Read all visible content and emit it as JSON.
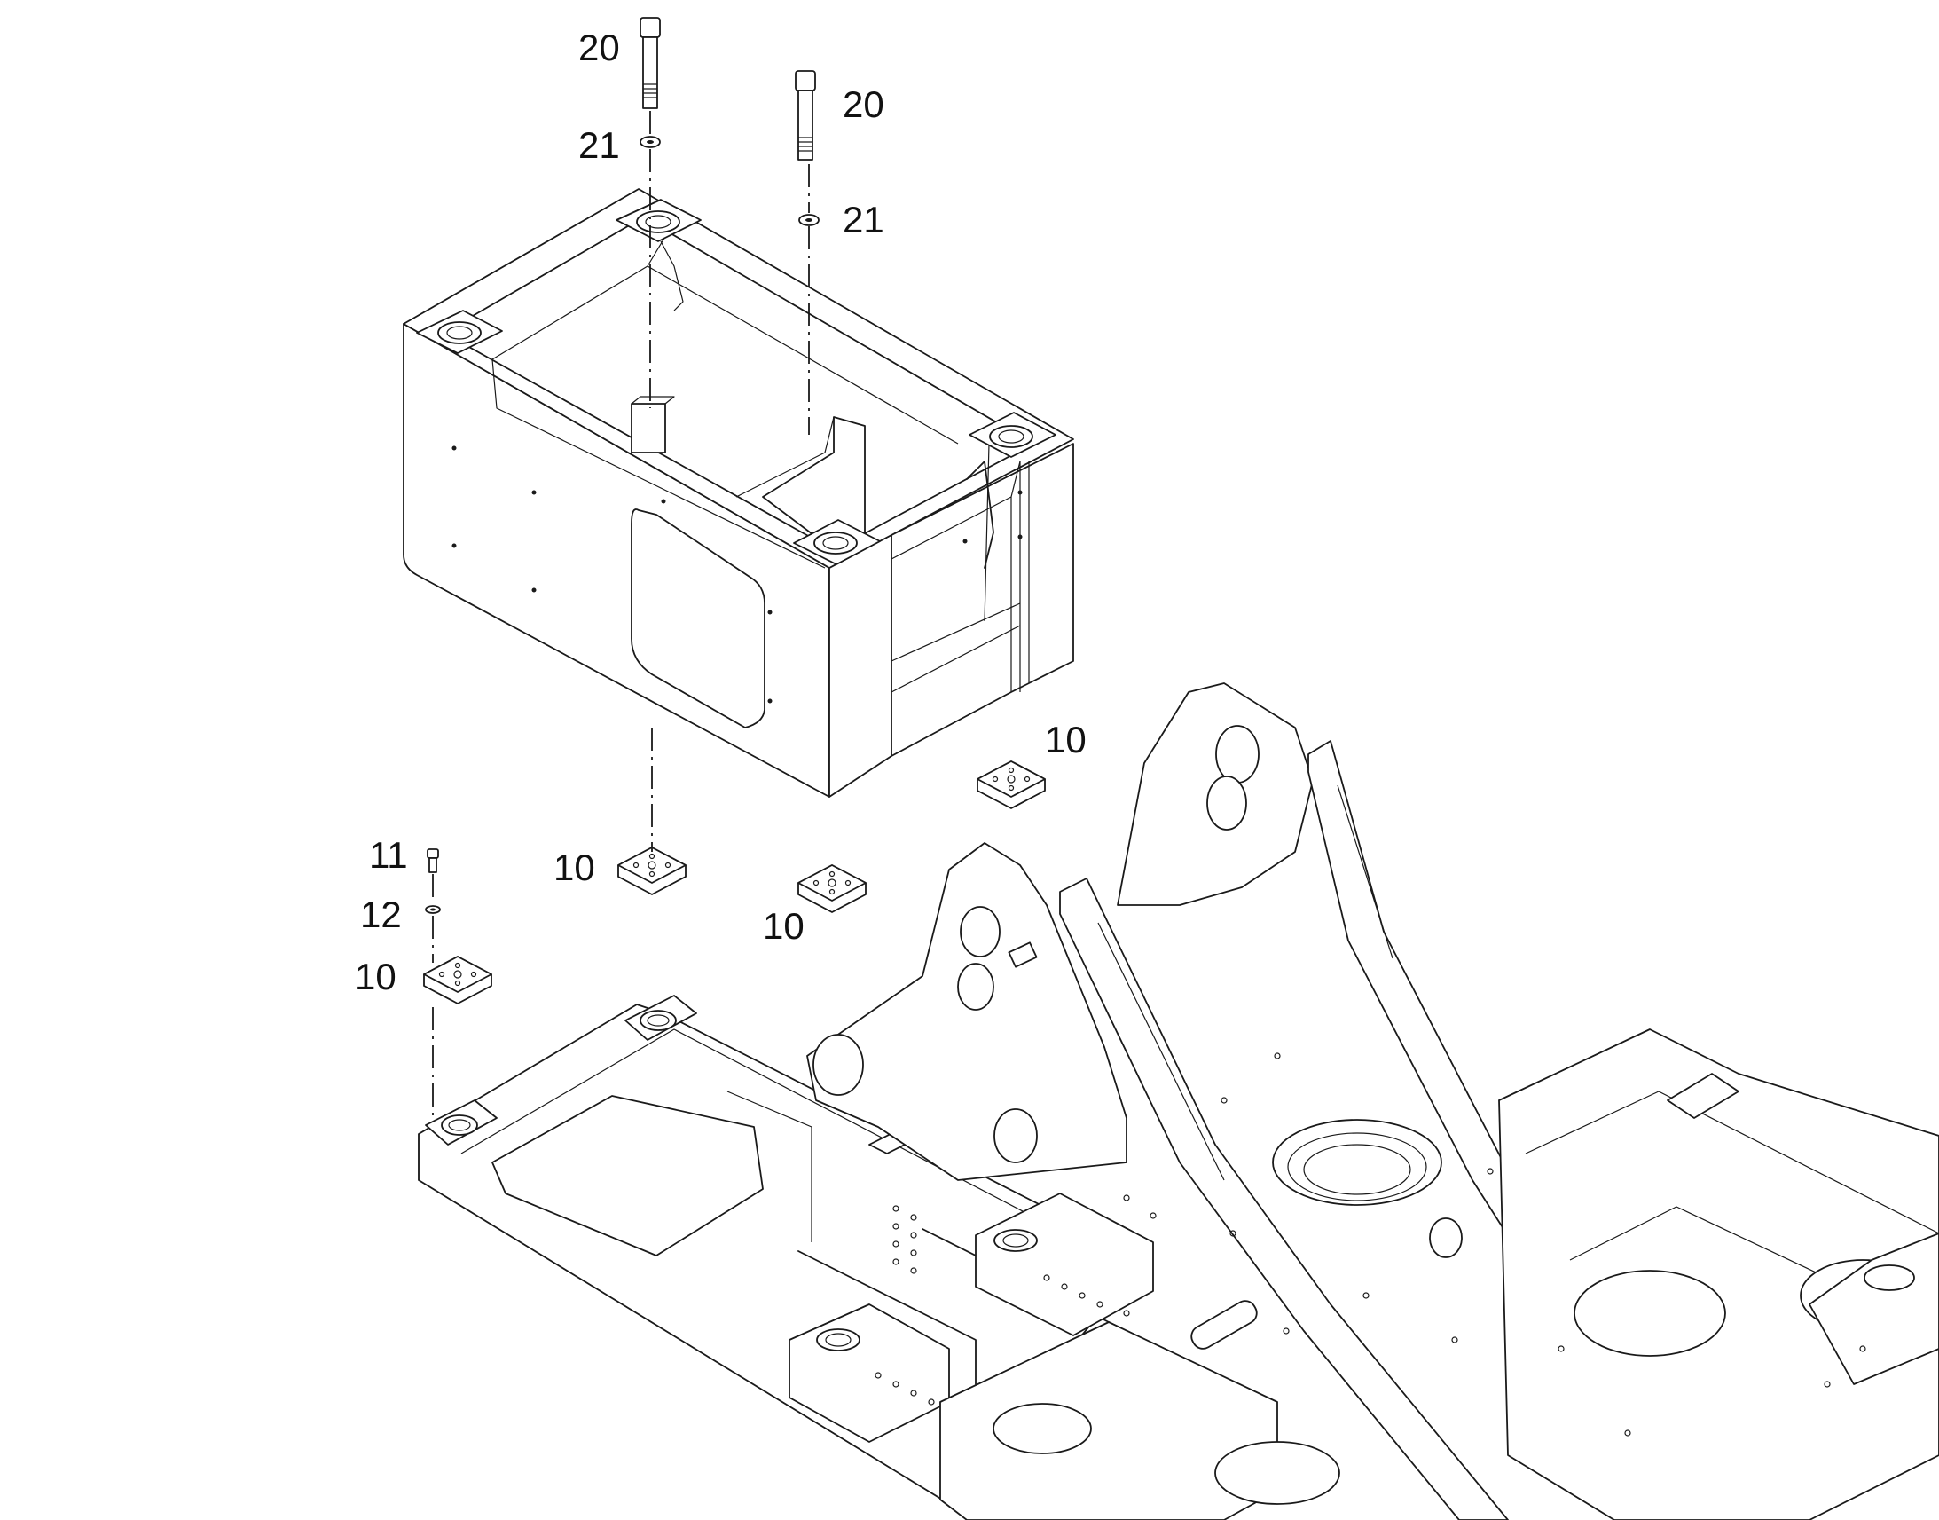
{
  "callouts": {
    "bolt_left": "20",
    "bolt_right": "20",
    "washer_left": "21",
    "washer_right": "21",
    "pad_front_left": "10",
    "pad_center": "10",
    "pad_back_right": "10",
    "pad_far_left": "10",
    "small_bolt": "11",
    "small_washer": "12"
  },
  "colors": {
    "line": "#1a1a1a",
    "background": "#ffffff"
  }
}
